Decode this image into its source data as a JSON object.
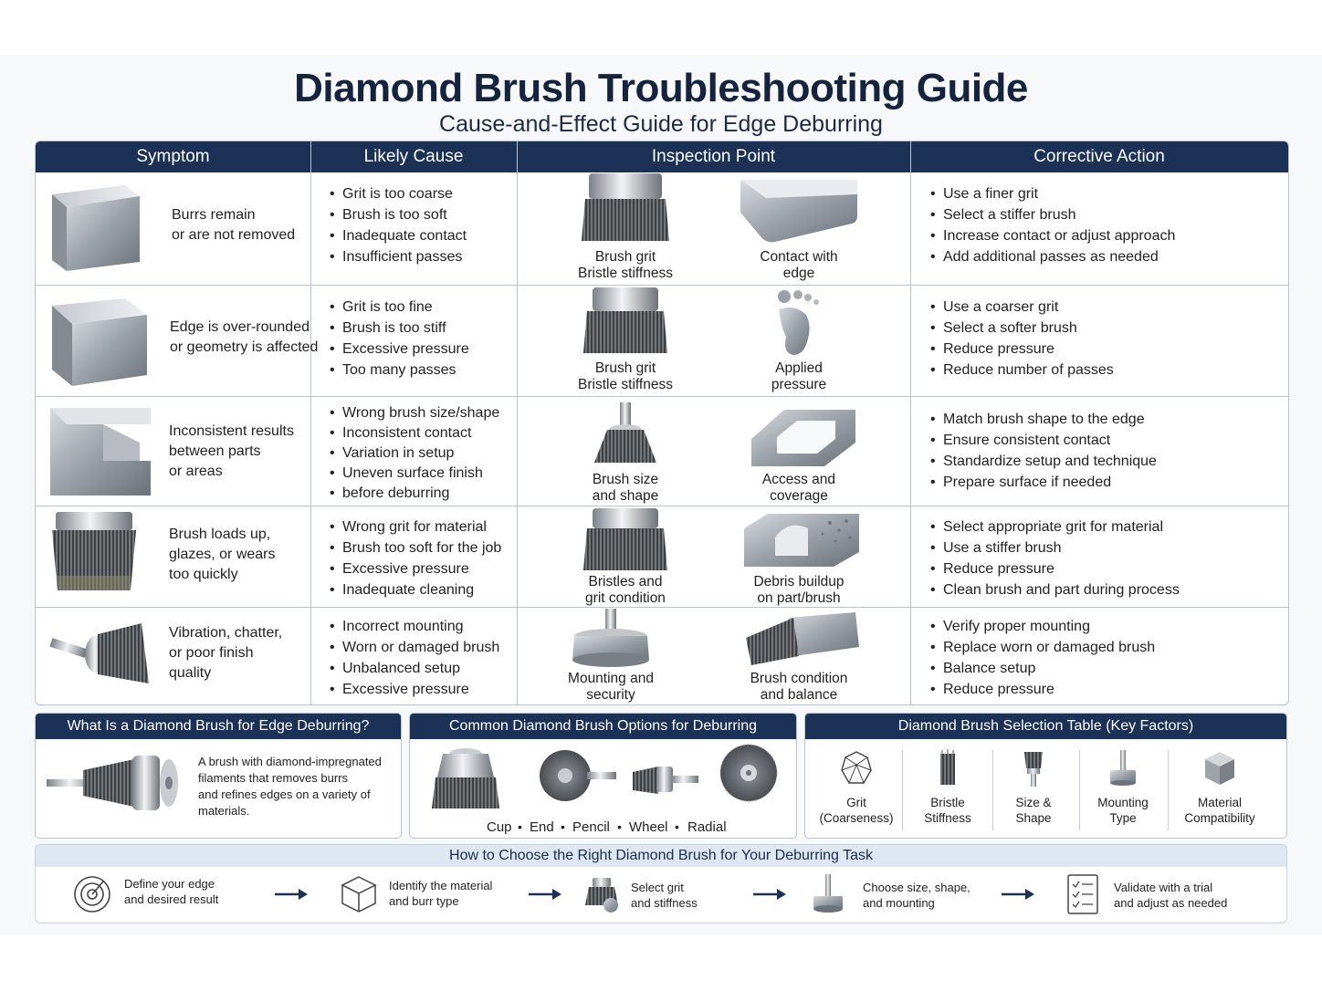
{
  "title": "Diamond Brush Troubleshooting Guide",
  "subtitle": "Cause-and-Effect Guide for Edge Deburring",
  "columns": [
    "Symptom",
    "Likely Cause",
    "Inspection Point",
    "Corrective Action"
  ],
  "rows": [
    {
      "symptom": [
        "Burrs remain",
        "or are not removed"
      ],
      "causes": [
        "Grit is too coarse",
        "Brush is too soft",
        "Inadequate contact",
        "Insufficient passes"
      ],
      "inspect1": [
        "Brush grit",
        "Bristle stiffness"
      ],
      "inspect2": [
        "Contact with",
        "edge"
      ],
      "actions": [
        "Use a finer grit",
        "Select a stiffer brush",
        "Increase contact or adjust approach",
        "Add additional passes as needed"
      ]
    },
    {
      "symptom": [
        "Edge is over-rounded",
        "or geometry is affected"
      ],
      "causes": [
        "Grit is too fine",
        "Brush is too stiff",
        "Excessive pressure",
        "Too many passes"
      ],
      "inspect1": [
        "Brush grit",
        "Bristle stiffness"
      ],
      "inspect2": [
        "Applied",
        "pressure"
      ],
      "actions": [
        "Use a coarser grit",
        "Select a softer brush",
        "Reduce pressure",
        "Reduce number of passes"
      ]
    },
    {
      "symptom": [
        "Inconsistent results",
        "between parts",
        "or areas"
      ],
      "causes": [
        "Wrong brush size/shape",
        "Inconsistent contact",
        "Variation in setup",
        "Uneven surface finish",
        "before deburring"
      ],
      "inspect1": [
        "Brush size",
        "and shape"
      ],
      "inspect2": [
        "Access and",
        "coverage"
      ],
      "actions": [
        "Match brush shape to the edge",
        "Ensure consistent contact",
        "Standardize setup and technique",
        "Prepare surface if needed"
      ]
    },
    {
      "symptom": [
        "Brush loads up,",
        "glazes, or wears",
        "too quickly"
      ],
      "causes": [
        "Wrong grit for material",
        "Brush too soft for the job",
        "Excessive pressure",
        "Inadequate cleaning"
      ],
      "inspect1": [
        "Bristles and",
        "grit condition"
      ],
      "inspect2": [
        "Debris buildup",
        "on part/brush"
      ],
      "actions": [
        "Select appropriate grit for material",
        "Use a stiffer brush",
        "Reduce pressure",
        "Clean brush and part during process"
      ]
    },
    {
      "symptom": [
        "Vibration, chatter,",
        "or poor finish",
        "quality"
      ],
      "causes": [
        "Incorrect mounting",
        "Worn or damaged brush",
        "Unbalanced setup",
        "Excessive pressure"
      ],
      "inspect1": [
        "Mounting and",
        "security"
      ],
      "inspect2": [
        "Brush condition",
        "and balance"
      ],
      "actions": [
        "Verify proper mounting",
        "Replace worn or damaged brush",
        "Balance setup",
        "Reduce pressure"
      ]
    }
  ],
  "what_is": {
    "heading": "What Is a Diamond Brush for Edge Deburring?",
    "lines": [
      "A brush with diamond-impregnated",
      "filaments that removes burrs",
      "and refines edges on a variety of",
      "materials."
    ]
  },
  "options": {
    "heading": "Common Diamond Brush Options for Deburring",
    "items": [
      "Cup",
      "End",
      "Pencil",
      "Wheel",
      "Radial"
    ]
  },
  "selection": {
    "heading": "Diamond Brush Selection Table (Key Factors)",
    "factors": [
      {
        "l1": "Grit",
        "l2": "(Coarseness)",
        "icon": "grit-icon"
      },
      {
        "l1": "Bristle",
        "l2": "Stiffness",
        "icon": "bristle-icon"
      },
      {
        "l1": "Size &",
        "l2": "Shape",
        "icon": "size-shape-icon"
      },
      {
        "l1": "Mounting",
        "l2": "Type",
        "icon": "mounting-icon"
      },
      {
        "l1": "Material",
        "l2": "Compatibility",
        "icon": "material-cube-icon"
      }
    ]
  },
  "howto": {
    "heading": "How to Choose the Right Diamond Brush for Your Deburring Task",
    "steps": [
      {
        "l1": "Define your edge",
        "l2": "and desired result",
        "icon": "target-icon"
      },
      {
        "l1": "Identify the material",
        "l2": "and burr type",
        "icon": "cube-icon"
      },
      {
        "l1": "Select grit",
        "l2": "and stiffness",
        "icon": "brush-icon"
      },
      {
        "l1": "Choose size, shape,",
        "l2": "and mounting",
        "icon": "mounted-brush-icon"
      },
      {
        "l1": "Validate with a trial",
        "l2": "and adjust as needed",
        "icon": "checklist-icon"
      }
    ]
  },
  "colors": {
    "navy": "#1b3156",
    "border": "#b9c3d3",
    "howto_head": "#dfe7f3"
  }
}
